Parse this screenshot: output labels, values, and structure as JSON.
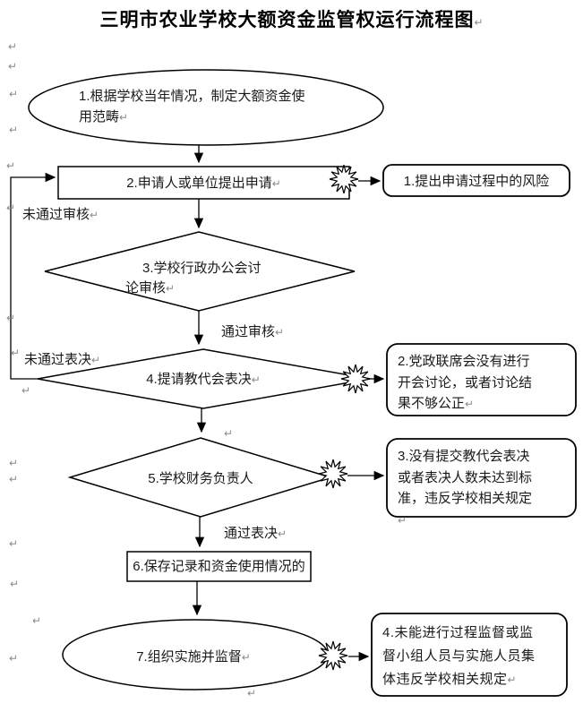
{
  "title": "三明市农业学校大额资金监管权运行流程图",
  "glyphs": {
    "pilcrow": "↵"
  },
  "colors": {
    "stroke": "#000000",
    "text": "#1a1a1a",
    "mark": "#8a8a8a",
    "fill": "#ffffff"
  },
  "nodes": {
    "n1": {
      "shape": "ellipse",
      "label": "1.根据学校当年情况，制定大额资金使用范畴"
    },
    "n2": {
      "shape": "rectangle",
      "label": "2.申请人或单位提出申请"
    },
    "n3": {
      "shape": "diamond",
      "label": "3.学校行政办公会讨论审核"
    },
    "n4": {
      "shape": "diamond",
      "label": "4.提请教代会表决"
    },
    "n5": {
      "shape": "diamond",
      "label": "5.学校财务负责人"
    },
    "n6": {
      "shape": "rectangle",
      "label": "6.保存记录和资金使用情况的"
    },
    "n7": {
      "shape": "ellipse",
      "label": "7.组织实施并监督"
    }
  },
  "edge_labels": {
    "fail_audit": "未通过审核",
    "pass_audit": "通过审核",
    "fail_vote": "未通过表决",
    "pass_vote": "通过表决"
  },
  "risks": [
    {
      "label": "1.提出申请过程中的风险"
    },
    {
      "label": "2.党政联席会没有进行开会讨论，或者讨论结果不够公正"
    },
    {
      "label": "3.没有提交教代会表决或者表决人数未达到标准，违反学校相关规定"
    },
    {
      "label": "4.未能进行过程监督或监督小组人员与实施人员集体违反学校相关规定"
    }
  ]
}
